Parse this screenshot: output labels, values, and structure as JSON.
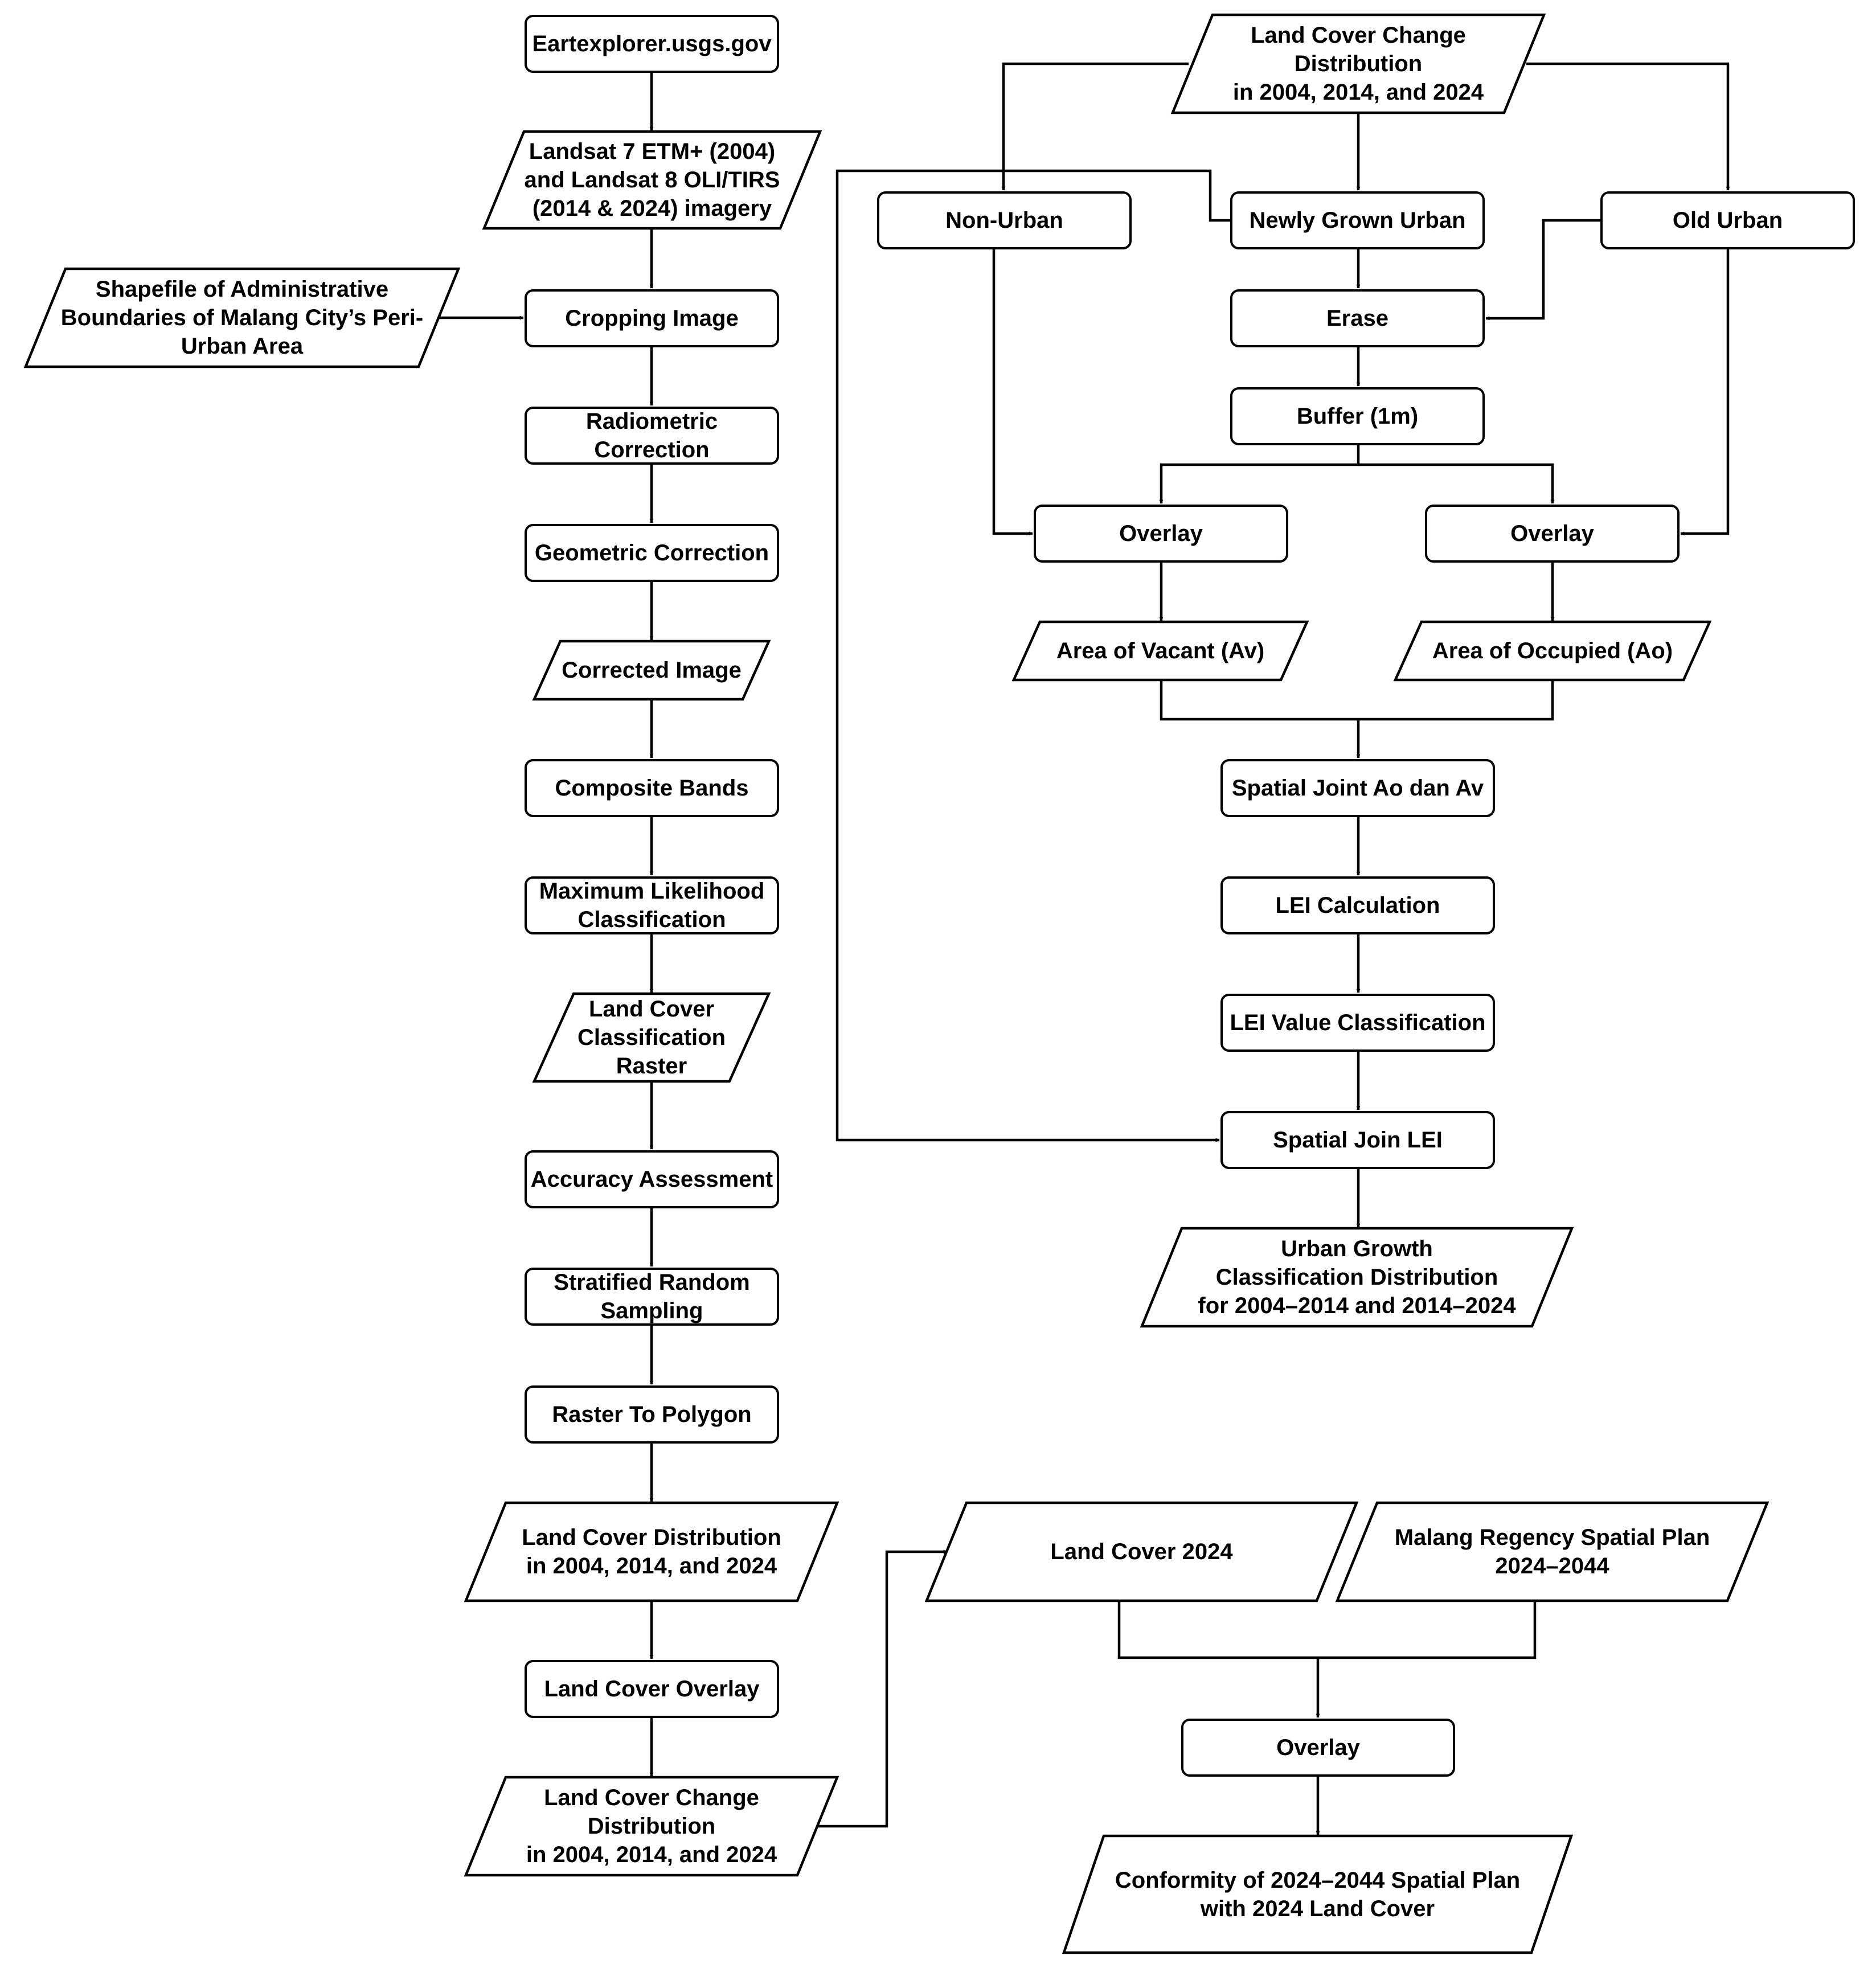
{
  "colors": {
    "stroke": "#000000",
    "background": "#ffffff"
  },
  "nodes": {
    "earthexplorer": "Eartexplorer.usgs.gov",
    "landsat_imagery": "Landsat 7 ETM+ (2004)\nand Landsat 8 OLI/TIRS\n(2014 & 2024) imagery",
    "shapefile": "Shapefile of Administrative\nBoundaries of Malang City’s Peri-\nUrban Area",
    "cropping": "Cropping Image",
    "radiometric": "Radiometric\nCorrection",
    "geometric": "Geometric Correction",
    "corrected_image": "Corrected Image",
    "composite": "Composite Bands",
    "max_likelihood": "Maximum Likelihood\nClassification",
    "lc_raster": "Land Cover\nClassification\nRaster",
    "accuracy": "Accuracy Assessment",
    "stratified": "Stratified Random\nSampling",
    "raster_polygon": "Raster To Polygon",
    "lc_distribution": "Land Cover Distribution\nin 2004, 2014, and 2024",
    "lc_overlay": "Land Cover Overlay",
    "lc_change_bottom": "Land Cover Change\nDistribution\nin 2004, 2014, and 2024",
    "lc_change_top": "Land Cover Change\nDistribution\nin 2004, 2014, and 2024",
    "non_urban": "Non-Urban",
    "newly_grown": "Newly Grown Urban",
    "old_urban": "Old Urban",
    "erase": "Erase",
    "buffer": "Buffer (1m)",
    "overlay_left": "Overlay",
    "overlay_right": "Overlay",
    "area_vacant": "Area of Vacant (Av)",
    "area_occupied": "Area of Occupied (Ao)",
    "spatial_joint": "Spatial Joint Ao dan Av",
    "lei_calc": "LEI Calculation",
    "lei_class": "LEI Value Classification",
    "spatial_join_lei": "Spatial Join LEI",
    "urban_growth": "Urban Growth\nClassification Distribution\nfor 2004–2014 and 2014–2024",
    "lc_2024": "Land Cover 2024",
    "spatial_plan": "Malang Regency Spatial Plan\n2024–2044",
    "overlay_bottom": "Overlay",
    "conformity": "Conformity of 2024–2044 Spatial Plan\nwith 2024 Land Cover"
  }
}
